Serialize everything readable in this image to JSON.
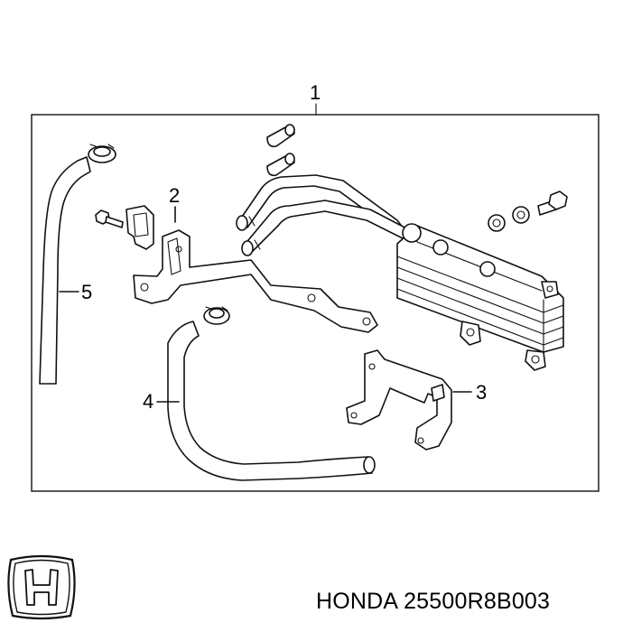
{
  "diagram": {
    "callouts": [
      "1",
      "2",
      "3",
      "4",
      "5"
    ]
  },
  "footer": {
    "brand": "HONDA",
    "part_number": "25500R8B003",
    "logo_icon": "honda-h-logo"
  }
}
